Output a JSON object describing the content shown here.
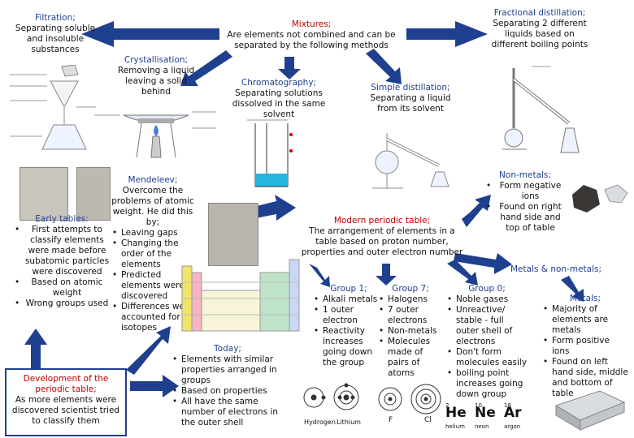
{
  "mixtures": {
    "title": "Mixtures;",
    "body": "Are elements not combined and can be separated by the following methods"
  },
  "filtration": {
    "title": "Filtration;",
    "body": "Separating soluble and insoluble substances"
  },
  "crystallisation": {
    "title": "Crystallisation;",
    "body": "Removing a liquid leaving a solid behind"
  },
  "chromatography": {
    "title": "Chromatography;",
    "body": "Separating solutions dissolved in the same solvent"
  },
  "simple_distillation": {
    "title": "Simple distillation;",
    "body": "Separating a liquid from its solvent"
  },
  "fractional_distillation": {
    "title": "Fractional distillation;",
    "body": "Separating 2 different liquids based on different boiling points"
  },
  "early_tables": {
    "title": "Early tables:",
    "bullets": [
      "First attempts to classify elements were made before subatomic particles were discovered",
      "Based on atomic weight",
      "Wrong groups used"
    ]
  },
  "mendeleev": {
    "title": "Mendeleev;",
    "intro": "Overcome the problems of atomic weight. He did this by;",
    "bullets": [
      "Leaving gaps",
      "Changing the order of the elements",
      "Predicted elements were discovered",
      "Differences were accounted for by isotopes"
    ]
  },
  "development": {
    "title": "Development of the periodic table;",
    "body": "As more elements were discovered scientist tried to classify them"
  },
  "today": {
    "title": "Today;",
    "bullets": [
      "Elements with similar properties arranged in groups",
      "Based on properties",
      "All have the same number of electrons in the outer shell"
    ]
  },
  "modern": {
    "title": "Modern periodic table;",
    "body": "The arrangement of elements in a table based on proton number, properties and outer electron number"
  },
  "nonmetals": {
    "title": "Non-metals;",
    "bullets": [
      "Form negative ions",
      "Found on right hand side and top of table"
    ]
  },
  "metals_nonmetals": {
    "title": "Metals & non-metals;"
  },
  "metals": {
    "title": "Metals;",
    "bullets": [
      "Majority of elements are metals",
      "Form positive ions",
      "Found on left hand side, middle and bottom of table"
    ]
  },
  "group1": {
    "title": "Group 1;",
    "bullets": [
      "Alkali metals",
      "1 outer electron",
      "Reactivity increases going down the group"
    ]
  },
  "group7": {
    "title": "Group 7;",
    "bullets": [
      "Halogens",
      "7 outer electrons",
      "Non-metals",
      "Molecules made of pairs of atoms"
    ]
  },
  "group0": {
    "title": "Group 0;",
    "bullets": [
      "Noble gases",
      "Unreactive/ stable - full outer shell of electrons",
      "Don't form molecules easily",
      "boiling point increases going down group"
    ]
  },
  "atom_labels": {
    "hydrogen": "Hydrogen",
    "lithium": "Lithium",
    "fluorine": "F",
    "chlorine": "Cl"
  },
  "noble_gases": [
    {
      "number": "2",
      "symbol": "He",
      "name": "helium"
    },
    {
      "number": "10",
      "symbol": "Ne",
      "name": "neon"
    },
    {
      "number": "18",
      "symbol": "Ar",
      "name": "argon"
    }
  ],
  "colors": {
    "arrow": "#1f3f8f",
    "title_red": "#c00000"
  }
}
